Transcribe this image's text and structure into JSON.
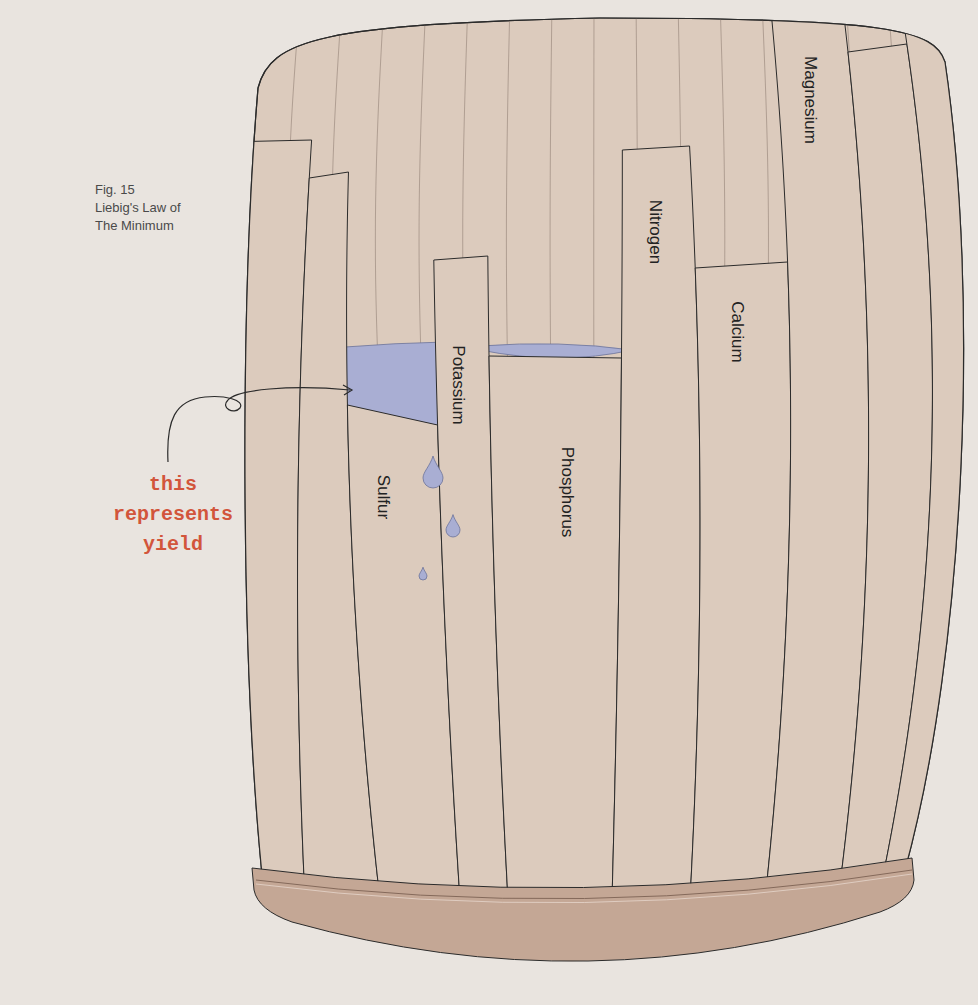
{
  "diagram": {
    "caption": "Liebig's Law of The Minimum",
    "labels": [
      "Fig. 15",
      "Sulfur",
      "Potassium",
      "Phosphorus",
      "Nitrogen",
      "Calcium",
      "Magnesium",
      "this represents yield"
    ]
  }
}
